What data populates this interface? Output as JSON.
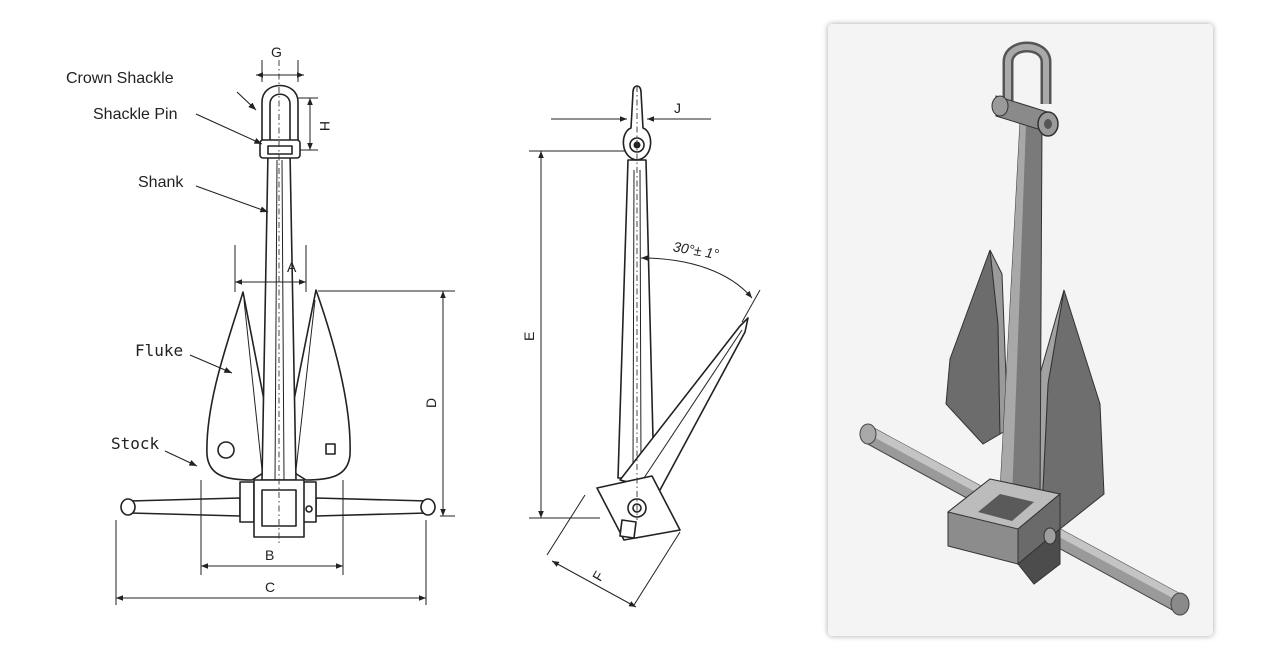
{
  "labels": {
    "crown_shackle": "Crown Shackle",
    "shackle_pin": "Shackle Pin",
    "shank": "Shank",
    "fluke": "Fluke",
    "stock": "Stock"
  },
  "dimensions": {
    "a": "A",
    "b": "B",
    "c": "C",
    "d": "D",
    "e": "E",
    "f": "F",
    "g": "G",
    "h": "H",
    "j": "J"
  },
  "angle_label": "30°± 1°",
  "colors": {
    "line": "#222222",
    "metal_dark": "#6e6e6e",
    "metal_mid": "#8e8e8e",
    "metal_light": "#b8b8b8",
    "photo_bg": "#f4f4f4"
  }
}
